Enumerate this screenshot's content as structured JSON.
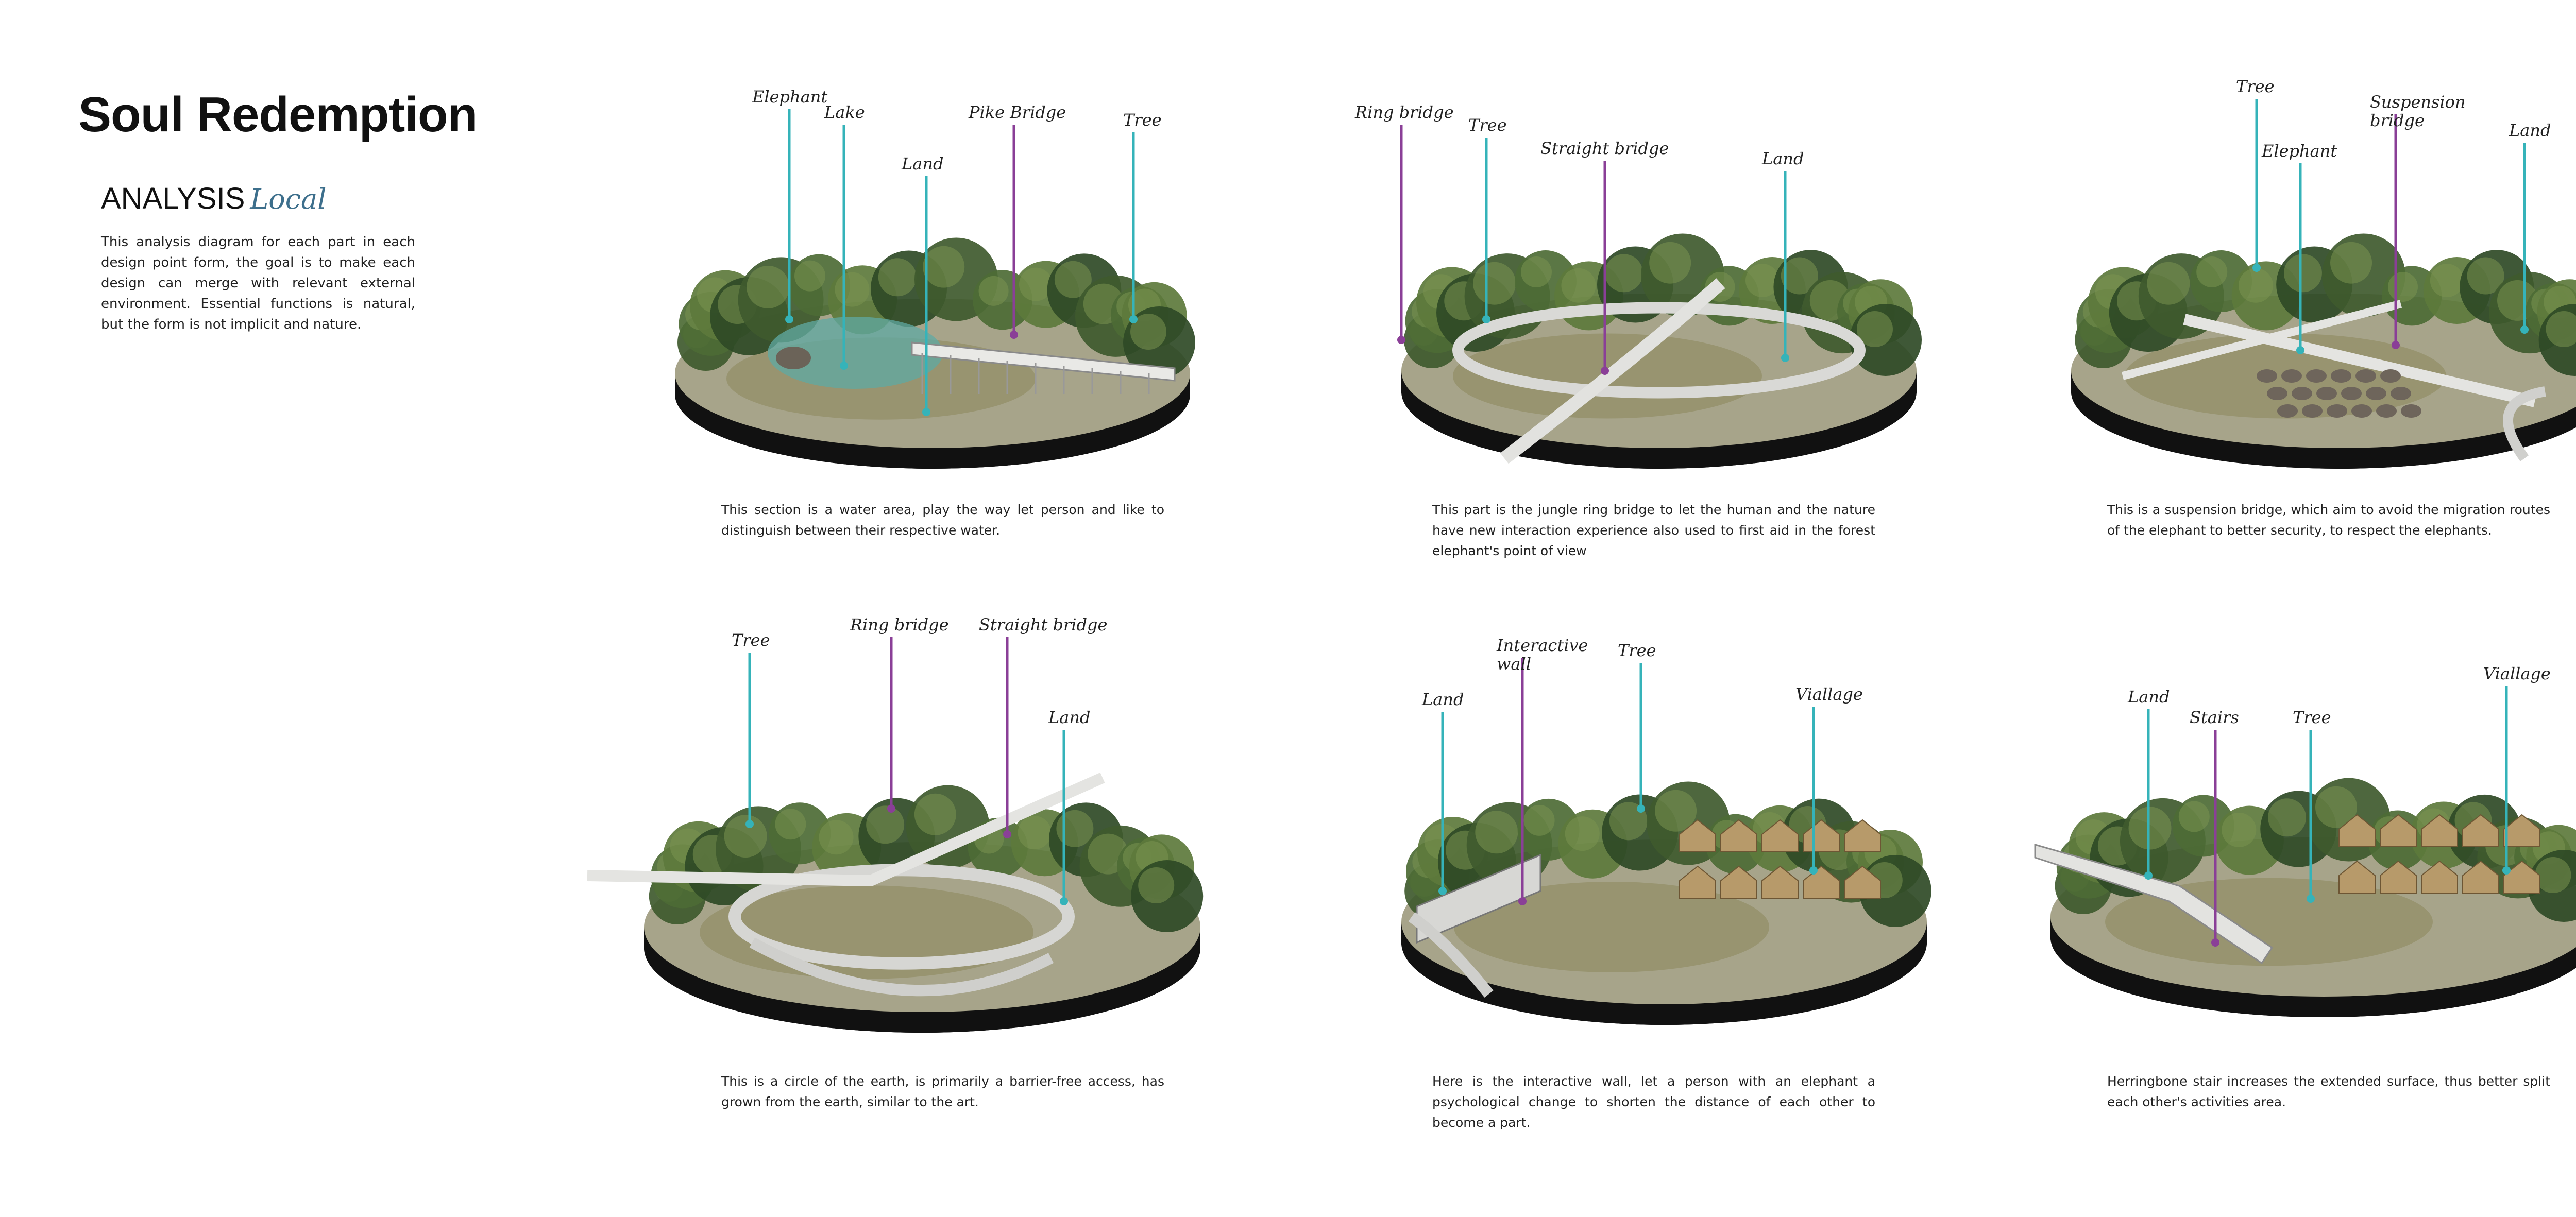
{
  "header": {
    "title": "Soul Redemption",
    "subtitle_main": "ANALYSIS",
    "subtitle_accent": "Local",
    "intro": "This analysis diagram for each part in each design point form, the goal is to make each design can merge with relevant external environment. Essential functions is natural, but the form is not implicit and nature."
  },
  "colors": {
    "teal": "#35b3b9",
    "purple": "#8a3f97",
    "grass": "#8d8a5f",
    "platform": "#111111"
  },
  "panels": [
    {
      "labels": [
        "Elephant",
        "Lake",
        "Land",
        "Pike Bridge",
        "Tree"
      ],
      "caption": "This section is a water area, play the way let person and like to distinguish between their respective water."
    },
    {
      "labels": [
        "Ring bridge",
        "Tree",
        "Straight bridge",
        "Land"
      ],
      "caption": "This part is the jungle ring bridge to let the human and the nature have new interaction experience also used to first aid in the forest elephant's point of view"
    },
    {
      "labels": [
        "Tree",
        "Elephant",
        "Suspension bridge",
        "Land"
      ],
      "caption": "This is a suspension bridge, which aim to avoid the migration routes of the elephant to better security, to respect the elephants."
    },
    {
      "labels": [
        "Tree",
        "Ring bridge",
        "Straight bridge",
        "Land"
      ],
      "caption": "This is a circle of the earth, is primarily a barrier-free access, has grown from the earth, similar to the art."
    },
    {
      "labels": [
        "Land",
        "Interactive wall",
        "Tree",
        "Viallage"
      ],
      "caption": "Here is the interactive wall, let a person with an elephant a psychological change to shorten the distance of each other to become a part."
    },
    {
      "labels": [
        "Land",
        "Stairs",
        "Tree",
        "Viallage"
      ],
      "caption": "Herringbone stair increases the extended surface, thus better split each other's activities area."
    }
  ]
}
